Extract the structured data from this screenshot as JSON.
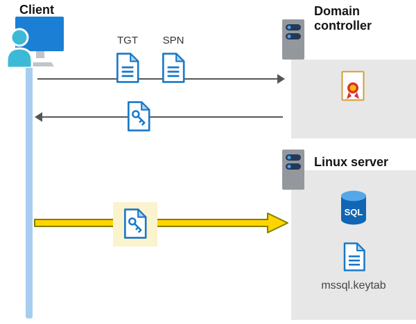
{
  "client": {
    "label": "Client"
  },
  "flow": {
    "tgt_label": "TGT",
    "spn_label": "SPN"
  },
  "domain_controller": {
    "label": "Domain controller"
  },
  "linux_server": {
    "label": "Linux server",
    "sql_badge": "SQL",
    "keytab_file": "mssql.keytab"
  },
  "colors": {
    "accent_blue": "#1878c8",
    "doc_fold_blue": "#b3d4ef",
    "lifeline_blue": "#a6cdf0",
    "panel_gray": "#e7e7e7",
    "highlight_yellow": "#fbf3cd",
    "arrow_yellow": "#ffd500",
    "arrow_yellow_border": "#857d00",
    "arrow_gray": "#555555",
    "server_navy": "#24385c",
    "sql_blue": "#1065b5",
    "cert_red": "#d8342c",
    "cert_gold": "#ffb900",
    "person_teal": "#3cb9d6",
    "monitor_blue": "#1b7fd6"
  }
}
